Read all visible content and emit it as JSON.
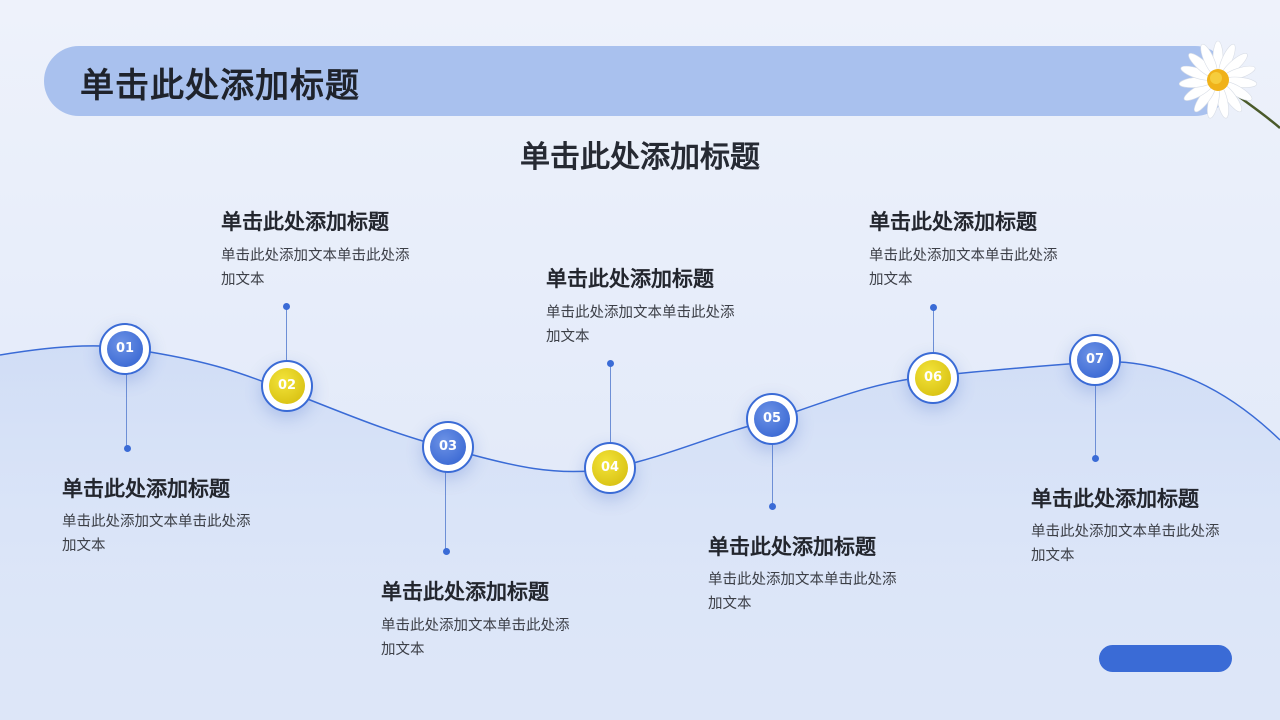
{
  "header": {
    "title": "单击此处添加标题"
  },
  "subtitle": "单击此处添加标题",
  "steps": [
    {
      "number": "01",
      "title": "单击此处添加标题",
      "body": "单击此处添加文本单击此处添加文本"
    },
    {
      "number": "02",
      "title": "单击此处添加标题",
      "body": "单击此处添加文本单击此处添加文本"
    },
    {
      "number": "03",
      "title": "单击此处添加标题",
      "body": "单击此处添加文本单击此处添加文本"
    },
    {
      "number": "04",
      "title": "单击此处添加标题",
      "body": "单击此处添加文本单击此处添加文本"
    },
    {
      "number": "05",
      "title": "单击此处添加标题",
      "body": "单击此处添加文本单击此处添加文本"
    },
    {
      "number": "06",
      "title": "单击此处添加标题",
      "body": "单击此处添加文本单击此处添加文本"
    },
    {
      "number": "07",
      "title": "单击此处添加标题",
      "body": "单击此处添加文本单击此处添加文本"
    }
  ],
  "colors": {
    "accent": "#3a6bd6",
    "highlight": "#e3cf14",
    "header_bar": "#a9c1ee"
  },
  "icons": {
    "decoration": "daisy-flower-icon"
  }
}
